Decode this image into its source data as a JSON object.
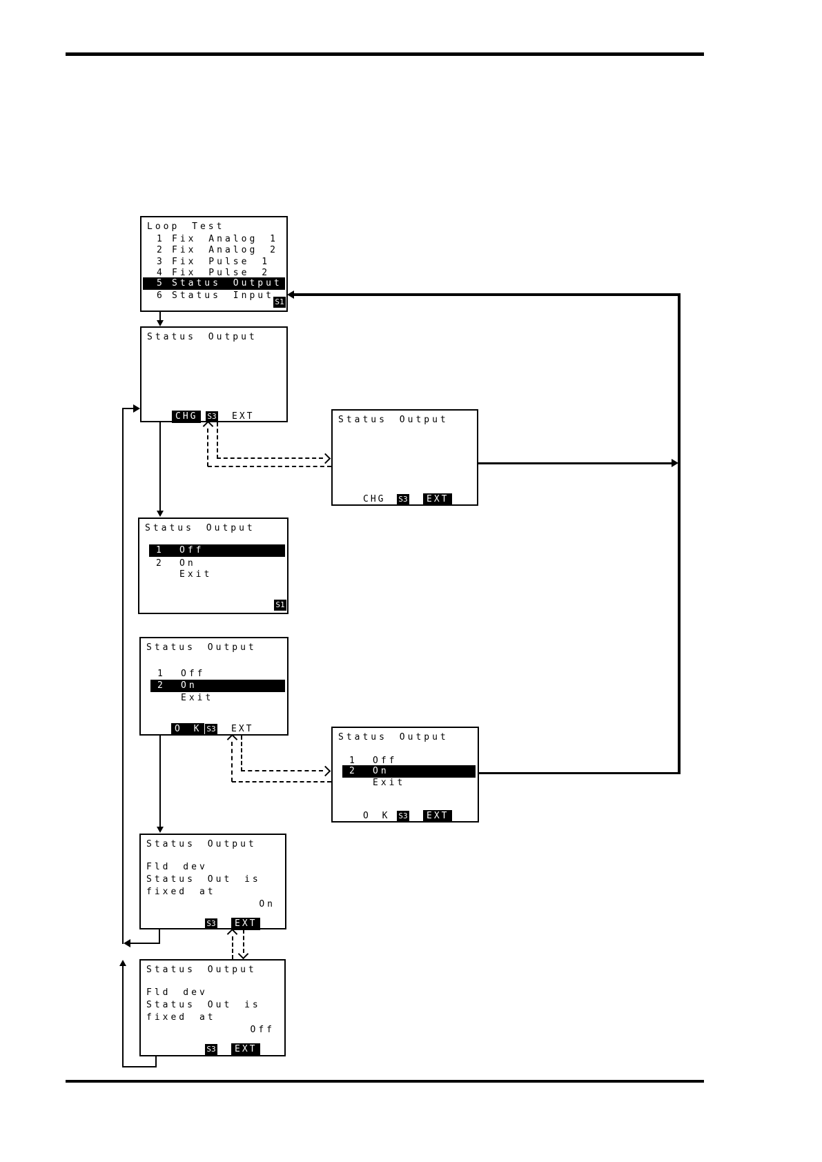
{
  "page": {
    "colors": {
      "ink": "#000000",
      "paper": "#ffffff",
      "highlight_bg": "#000000",
      "highlight_text": "#ffffff"
    }
  },
  "screens": {
    "loop_test": {
      "title": "Loop Test",
      "items": [
        {
          "num": "1",
          "label": "Fix Analog 1"
        },
        {
          "num": "2",
          "label": "Fix Analog 2"
        },
        {
          "num": "3",
          "label": "Fix Pulse 1"
        },
        {
          "num": "4",
          "label": "Fix Pulse 2"
        },
        {
          "num": "5",
          "label": "Status Output"
        },
        {
          "num": "6",
          "label": "Status Input"
        }
      ],
      "corner_badge": "S1"
    },
    "status_output_display": {
      "title": "Status Output",
      "keys": {
        "left": "CHG",
        "mid": "S3",
        "right": "EXT"
      }
    },
    "status_output_display_right": {
      "title": "Status Output",
      "keys": {
        "left": "CHG",
        "mid": "S3",
        "right": "EXT"
      }
    },
    "status_output_select_off": {
      "title": "Status Output",
      "items": [
        {
          "num": "1",
          "label": "Off"
        },
        {
          "num": "2",
          "label": "On"
        },
        {
          "num": "",
          "label": "Exit"
        }
      ],
      "corner_badge": "S1"
    },
    "status_output_select_on": {
      "title": "Status Output",
      "items": [
        {
          "num": "1",
          "label": "Off"
        },
        {
          "num": "2",
          "label": "On"
        },
        {
          "num": "",
          "label": "Exit"
        }
      ],
      "keys": {
        "left": "O K",
        "mid": "S3",
        "right": "EXT"
      }
    },
    "status_output_select_on_right": {
      "title": "Status Output",
      "items": [
        {
          "num": "1",
          "label": "Off"
        },
        {
          "num": "2",
          "label": "On"
        },
        {
          "num": "",
          "label": "Exit"
        }
      ],
      "keys": {
        "left": "O K",
        "mid": "S3",
        "right": "EXT"
      }
    },
    "status_output_fixed_on": {
      "title": "Status Output",
      "message_lines": [
        "Fld dev",
        "Status Out is",
        "fixed at"
      ],
      "value": "On",
      "keys": {
        "mid": "S3",
        "right": "EXT"
      }
    },
    "status_output_fixed_off": {
      "title": "Status Output",
      "message_lines": [
        "Fld dev",
        "Status Out is",
        "fixed at"
      ],
      "value": "Off",
      "keys": {
        "mid": "S3",
        "right": "EXT"
      }
    }
  }
}
